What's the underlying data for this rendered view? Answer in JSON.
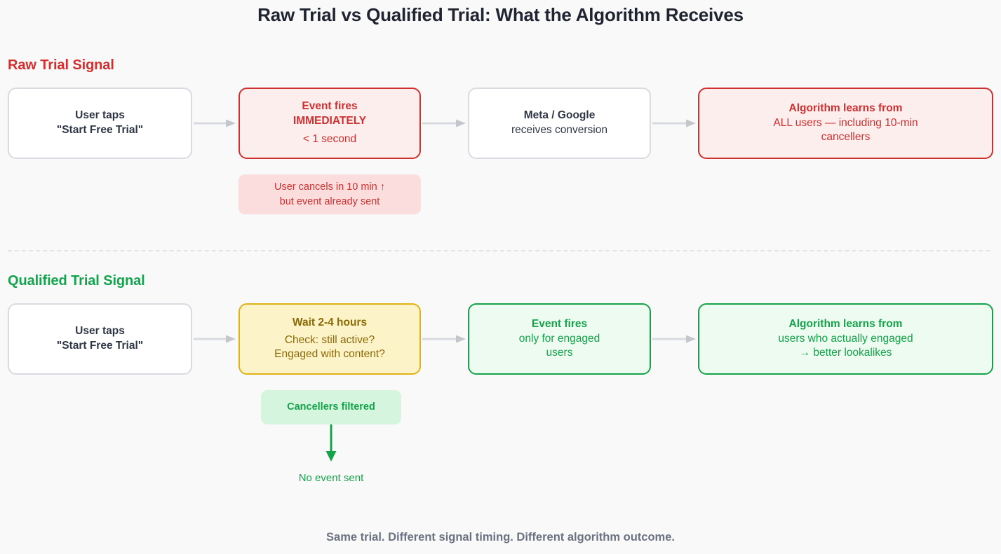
{
  "title": "Raw Trial vs Qualified Trial: What the Algorithm Receives",
  "footer": "Same trial. Different signal timing. Different algorithm outcome.",
  "colors": {
    "background": "#f9f9fa",
    "raw_accent": "#d32f2f",
    "qualified_accent": "#14a44d",
    "amber_accent": "#e0b216",
    "neutral_border": "#d8dbdf",
    "title_text": "#1f2430",
    "footer_text": "#6b7280"
  },
  "sections": [
    {
      "id": "raw",
      "header": "Raw Trial Signal",
      "accent": "#d32f2f",
      "nodes": [
        {
          "id": "raw-user-taps",
          "style": "neutral",
          "lines": [
            {
              "text": "User taps",
              "weight": "strong"
            },
            {
              "text": "\"Start Free Trial\"",
              "weight": "strong"
            }
          ]
        },
        {
          "id": "raw-event-fires",
          "style": "red",
          "lines": [
            {
              "text": "Event fires",
              "weight": "strong"
            },
            {
              "text": "IMMEDIATELY",
              "weight": "strong"
            },
            {
              "text": "< 1 second",
              "weight": "normal"
            }
          ]
        },
        {
          "id": "raw-platform-receives",
          "style": "neutral",
          "lines": [
            {
              "text": "Meta / Google",
              "weight": "strong"
            },
            {
              "text": "receives conversion",
              "weight": "normal"
            }
          ]
        },
        {
          "id": "raw-algorithm-learns",
          "style": "red",
          "lines": [
            {
              "text": "Algorithm learns from",
              "weight": "strong"
            },
            {
              "text": "ALL users — including 10-min",
              "weight": "normal"
            },
            {
              "text": "cancellers",
              "weight": "normal"
            }
          ]
        }
      ],
      "callout": {
        "id": "cancel-callout",
        "style": "red-soft",
        "lines": [
          {
            "text": "User cancels in 10 min ↑",
            "weight": "normal"
          },
          {
            "text": "but event already sent",
            "weight": "normal"
          }
        ]
      }
    },
    {
      "id": "qualified",
      "header": "Qualified Trial Signal",
      "accent": "#14a44d",
      "nodes": [
        {
          "id": "qualified-user-taps",
          "style": "neutral",
          "lines": [
            {
              "text": "User taps",
              "weight": "strong"
            },
            {
              "text": "\"Start Free Trial\"",
              "weight": "strong"
            }
          ]
        },
        {
          "id": "qualified-wait-window",
          "style": "amber",
          "lines": [
            {
              "text": "Wait 2-4 hours",
              "weight": "strong"
            },
            {
              "text": "Check: still active?",
              "weight": "normal"
            },
            {
              "text": "Engaged with content?",
              "weight": "normal"
            }
          ]
        },
        {
          "id": "qualified-event-fires",
          "style": "green",
          "lines": [
            {
              "text": "Event fires",
              "weight": "strong"
            },
            {
              "text": "only for engaged",
              "weight": "normal"
            },
            {
              "text": "users",
              "weight": "normal"
            }
          ]
        },
        {
          "id": "qualified-algorithm-learns",
          "style": "green",
          "lines": [
            {
              "text": "Algorithm learns from",
              "weight": "strong"
            },
            {
              "text": "users who actually engaged",
              "weight": "normal"
            },
            {
              "text": "→ better lookalikes",
              "weight": "normal"
            }
          ]
        }
      ],
      "callout": {
        "id": "filtered-callout",
        "style": "green-soft",
        "lines": [
          {
            "text": "Cancellers filtered",
            "weight": "strong"
          }
        ]
      },
      "outcome_label": "No event sent"
    }
  ]
}
